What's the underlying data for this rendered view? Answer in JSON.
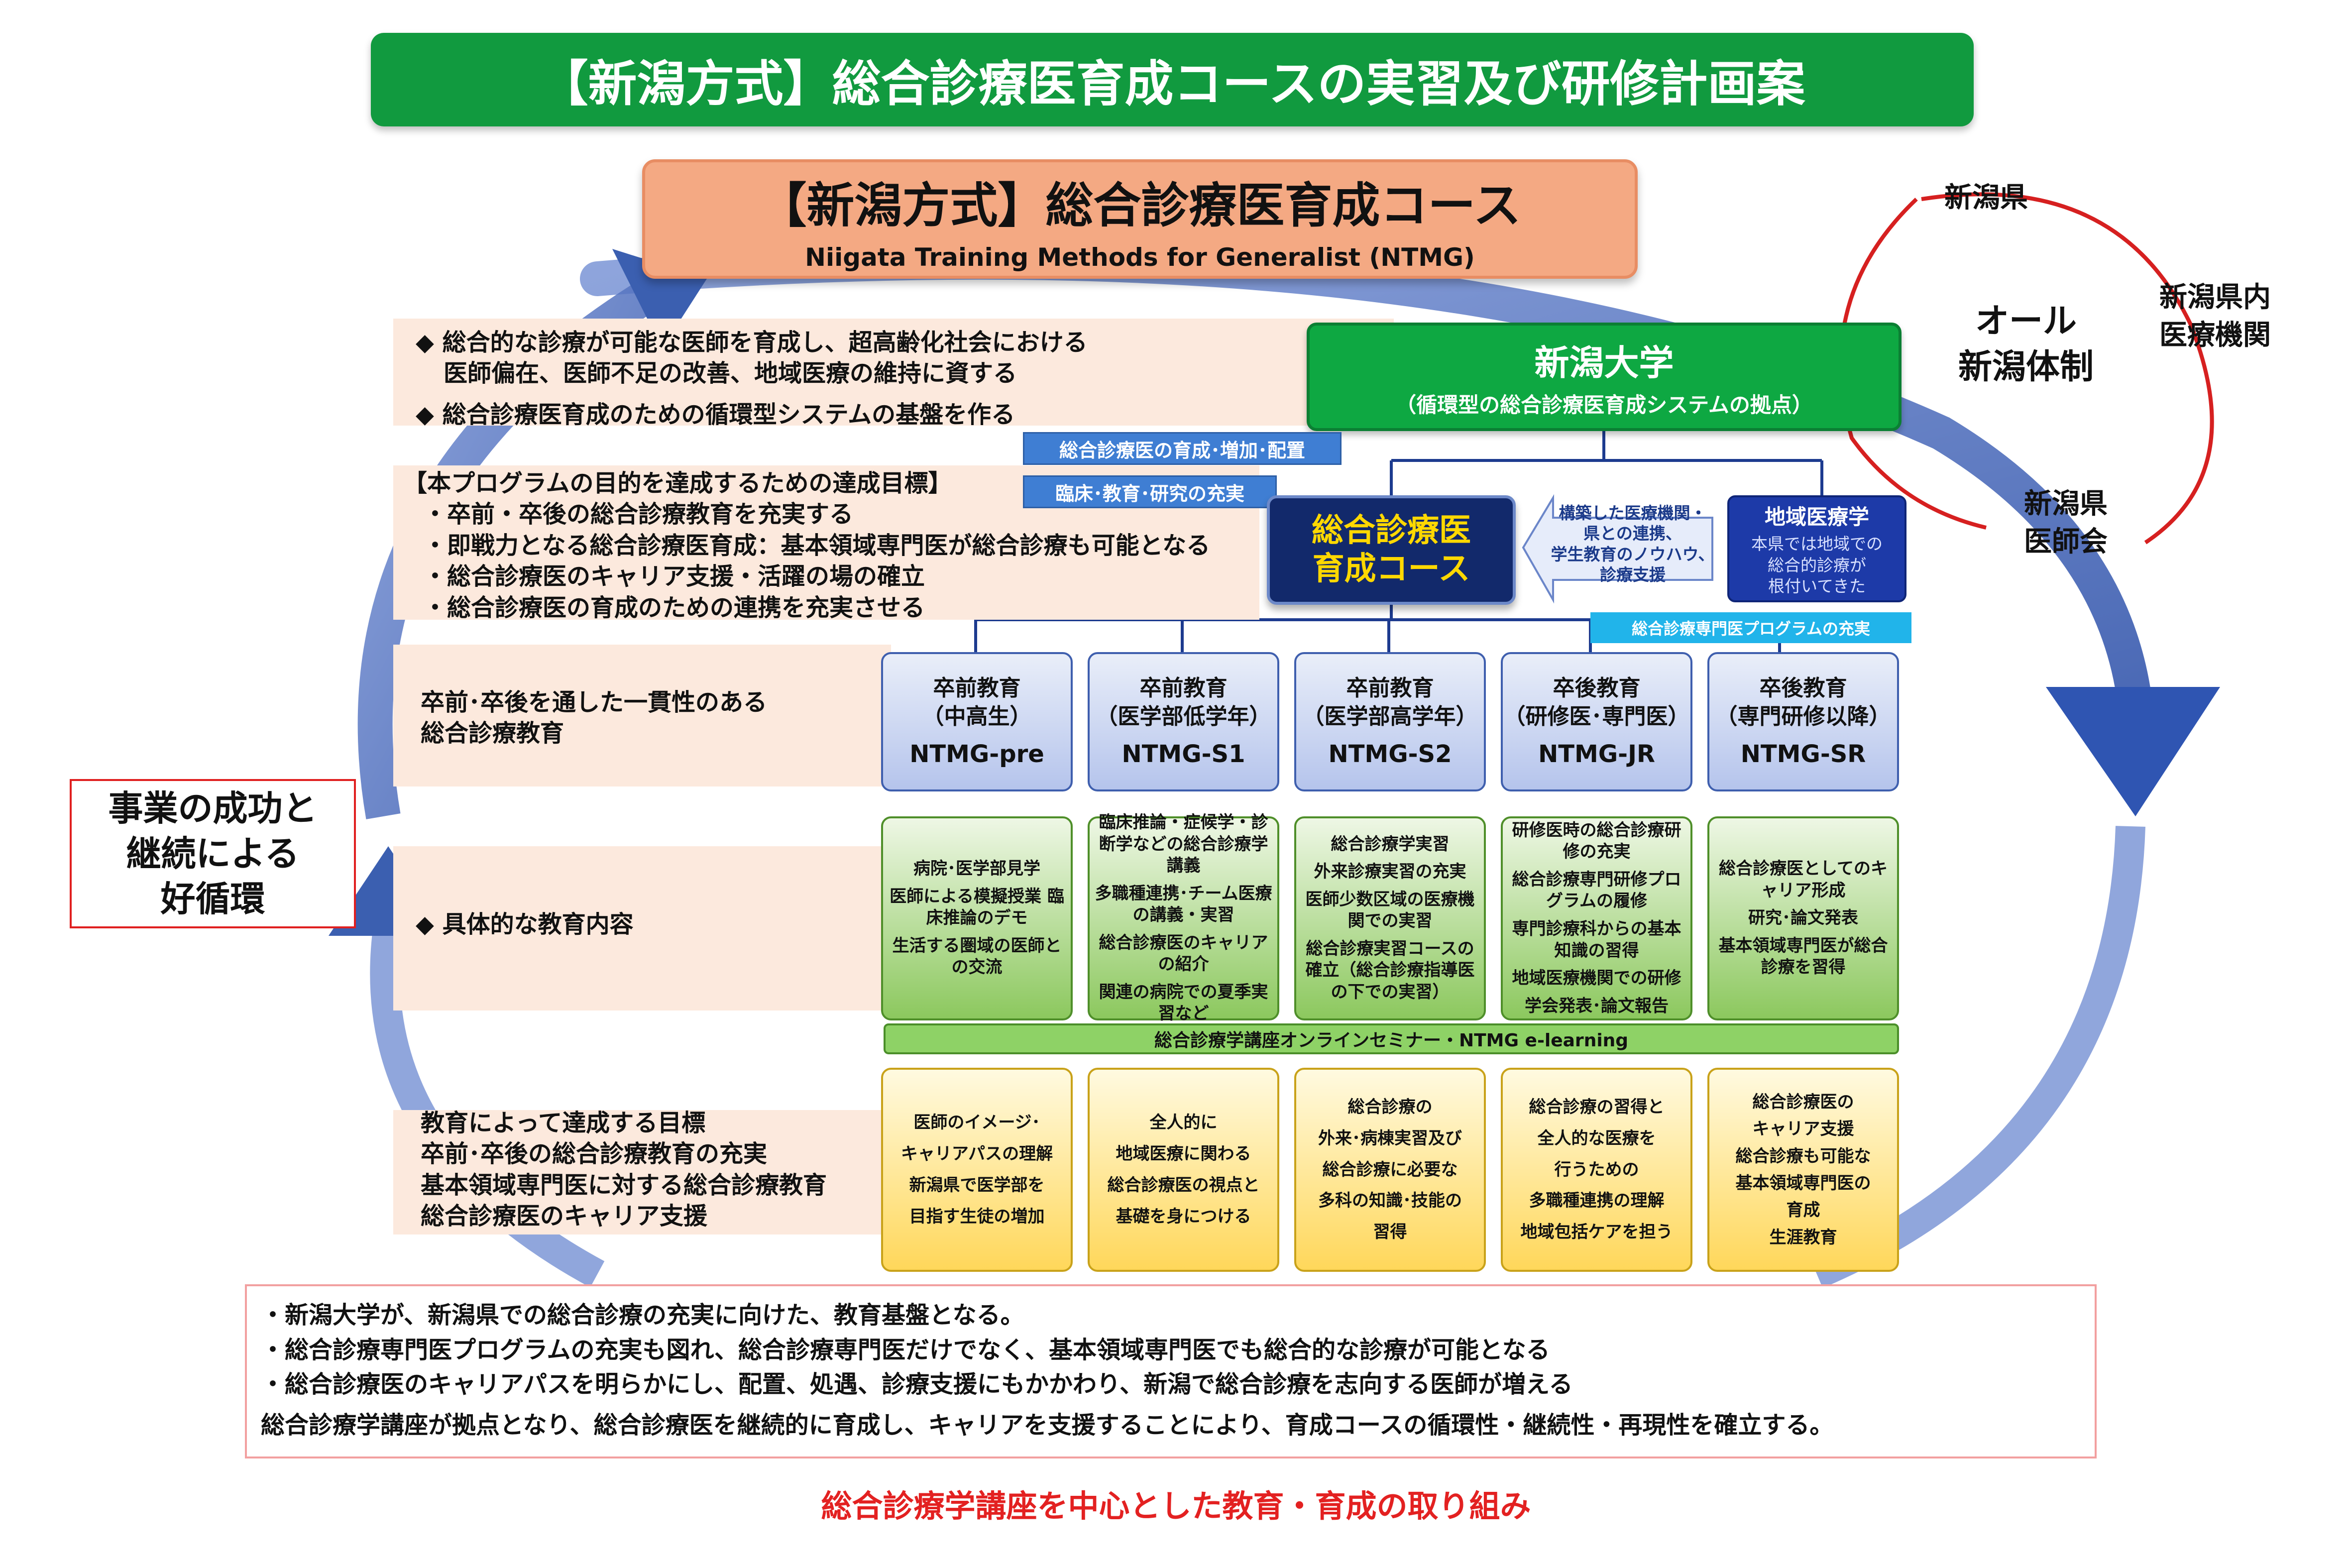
{
  "title": "【新潟方式】総合診療医育成コースの実習及び研修計画案",
  "course": {
    "name": "【新潟方式】総合診療医育成コース",
    "english": "Niigata Training Methods for Generalist (NTMG)"
  },
  "purpose": [
    "◆ 総合的な診療が可能な医師を育成し、超高齢化社会における",
    "医師偏在、医師不足の改善、地域医療の維持に資する",
    "◆ 総合診療医育成のための循環型システムの基盤を作る"
  ],
  "targets_heading": "【本プログラムの目的を達成するための達成目標】",
  "targets": [
    "・卒前・卒後の総合診療教育を充実する",
    "・即戦力となる総合診療医育成：基本領域専門医が総合診療も可能となる",
    "・総合診療医のキャリア支援・活躍の場の確立",
    "・総合診療医の育成のための連携を充実させる"
  ],
  "consistent": [
    "卒前･卒後を通した一貫性のある",
    "総合診療教育"
  ],
  "content_label": "◆ 具体的な教育内容",
  "goal_label": [
    "教育によって達成する目標",
    "卒前･卒後の総合診療教育の充実",
    "基本領域専門医に対する総合診療教育",
    "総合診療医のキャリア支援"
  ],
  "university": {
    "name": "新潟大学",
    "sub": "（循環型の総合診療医育成システムの拠点）"
  },
  "tags": [
    "総合診療医の育成･増加･配置",
    "臨床･教育･研究の充実"
  ],
  "ntmg_box": [
    "総合診療医",
    "育成コース"
  ],
  "arrow_text": [
    "構築した医療機関・",
    "県との連携、",
    "学生教育のノウハウ、",
    "診療支援"
  ],
  "chiiki": {
    "title": "地域医療学",
    "lines": [
      "本県では地域での",
      "総合的診療が",
      "根付いてきた"
    ]
  },
  "program_tag": "総合診療専門医プログラムの充実",
  "stages": [
    {
      "line1": "卒前教育",
      "line2": "（中高生）",
      "code": "NTMG-pre"
    },
    {
      "line1": "卒前教育",
      "line2": "（医学部低学年）",
      "code": "NTMG-S1"
    },
    {
      "line1": "卒前教育",
      "line2": "（医学部高学年）",
      "code": "NTMG-S2"
    },
    {
      "line1": "卒後教育",
      "line2": "（研修医･専門医）",
      "code": "NTMG-JR"
    },
    {
      "line1": "卒後教育",
      "line2": "（専門研修以降）",
      "code": "NTMG-SR"
    }
  ],
  "contents": [
    [
      "病院･医学部見学",
      "医師による模擬授業 臨床推論のデモ",
      "生活する圏域の医師との交流"
    ],
    [
      "臨床推論・症候学・診断学などの総合診療学講義",
      "多職種連携･チーム医療の講義・実習",
      "総合診療医のキャリアの紹介",
      "関連の病院での夏季実習など"
    ],
    [
      "総合診療学実習",
      "外来診療実習の充実",
      "医師少数区域の医療機関での実習",
      "総合診療実習コースの確立（総合診療指導医の下での実習）"
    ],
    [
      "研修医時の総合診療研修の充実",
      "総合診療専門研修プログラムの履修",
      "専門診療科からの基本知識の習得",
      "地域医療機関での研修",
      "学会発表･論文報告"
    ],
    [
      "総合診療医としてのキャリア形成",
      "研究･論文発表",
      "基本領域専門医が総合診療を習得"
    ]
  ],
  "online_bar": "総合診療学講座オンラインセミナー・NTMG e-learning",
  "goals": [
    [
      "医師のイメージ･",
      "キャリアパスの理解",
      "新潟県で医学部を",
      "目指す生徒の増加"
    ],
    [
      "全人的に",
      "地域医療に関わる",
      "総合診療医の視点と",
      "基礎を身につける"
    ],
    [
      "総合診療の",
      "外来･病棟実習及び",
      "総合診療に必要な",
      "多科の知識･技能の",
      "習得"
    ],
    [
      "総合診療の習得と",
      "全人的な医療を",
      "行うための",
      "多職種連携の理解",
      "地域包括ケアを担う"
    ],
    [
      "総合診療医の",
      "キャリア支援",
      "総合診療も可能な",
      "基本領域専門医の",
      "育成",
      "生涯教育"
    ]
  ],
  "cycle_text": [
    "事業の成功と",
    "継続による",
    "好循環"
  ],
  "all_niigata": {
    "center": [
      "オール",
      "新潟体制"
    ],
    "prefecture": "新潟県",
    "institutions": [
      "新潟県内",
      "医療機関"
    ],
    "medical_assoc": [
      "新潟県",
      "医師会"
    ]
  },
  "summary": [
    "・新潟大学が、新潟県での総合診療の充実に向けた、教育基盤となる。",
    "・総合診療専門医プログラムの充実も図れ、総合診療専門医だけでなく、基本領域専門医でも総合的な診療が可能となる",
    "・総合診療医のキャリアパスを明らかにし、配置、処遇、診療支援にもかかわり、新潟で総合診療を志向する医師が増える",
    "総合診療学講座が拠点となり、総合診療医を継続的に育成し、キャリアを支援することにより、育成コースの循環性・継続性・再現性を確立する。"
  ],
  "footer": "総合診療学講座を中心とした教育・育成の取り組み",
  "colors": {
    "title_green": "#119a3f",
    "course_orange": "#f4a983",
    "ntmg_navy": "#12296b",
    "ntmg_text_yellow": "#ffd800",
    "footer_red": "#e32121",
    "cycle_blue": "#3b5fb0"
  }
}
